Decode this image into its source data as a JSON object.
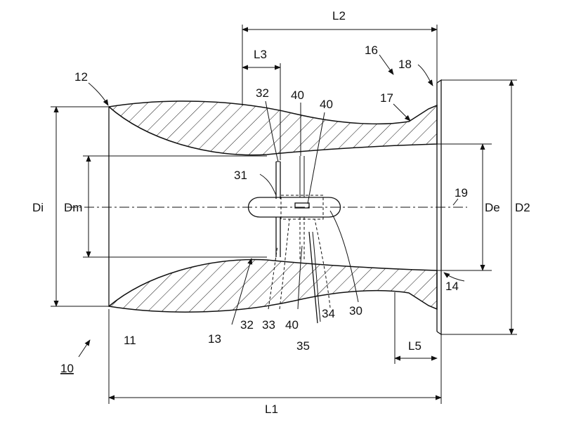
{
  "figure": {
    "ref_numerals": {
      "n10": "10",
      "n11": "11",
      "n12": "12",
      "n13": "13",
      "n14": "14",
      "n16": "16",
      "n17": "17",
      "n18": "18",
      "n19": "19",
      "n30": "30",
      "n31": "31",
      "n32a": "32",
      "n32b": "32",
      "n33": "33",
      "n34": "34",
      "n35": "35",
      "n40a": "40",
      "n40b": "40",
      "n40c": "40"
    },
    "dimensions": {
      "L1": "L1",
      "L2": "L2",
      "L3": "L3",
      "L5": "L5",
      "Di": "Di",
      "Dm": "Dm",
      "De": "De",
      "D2": "D2"
    }
  }
}
